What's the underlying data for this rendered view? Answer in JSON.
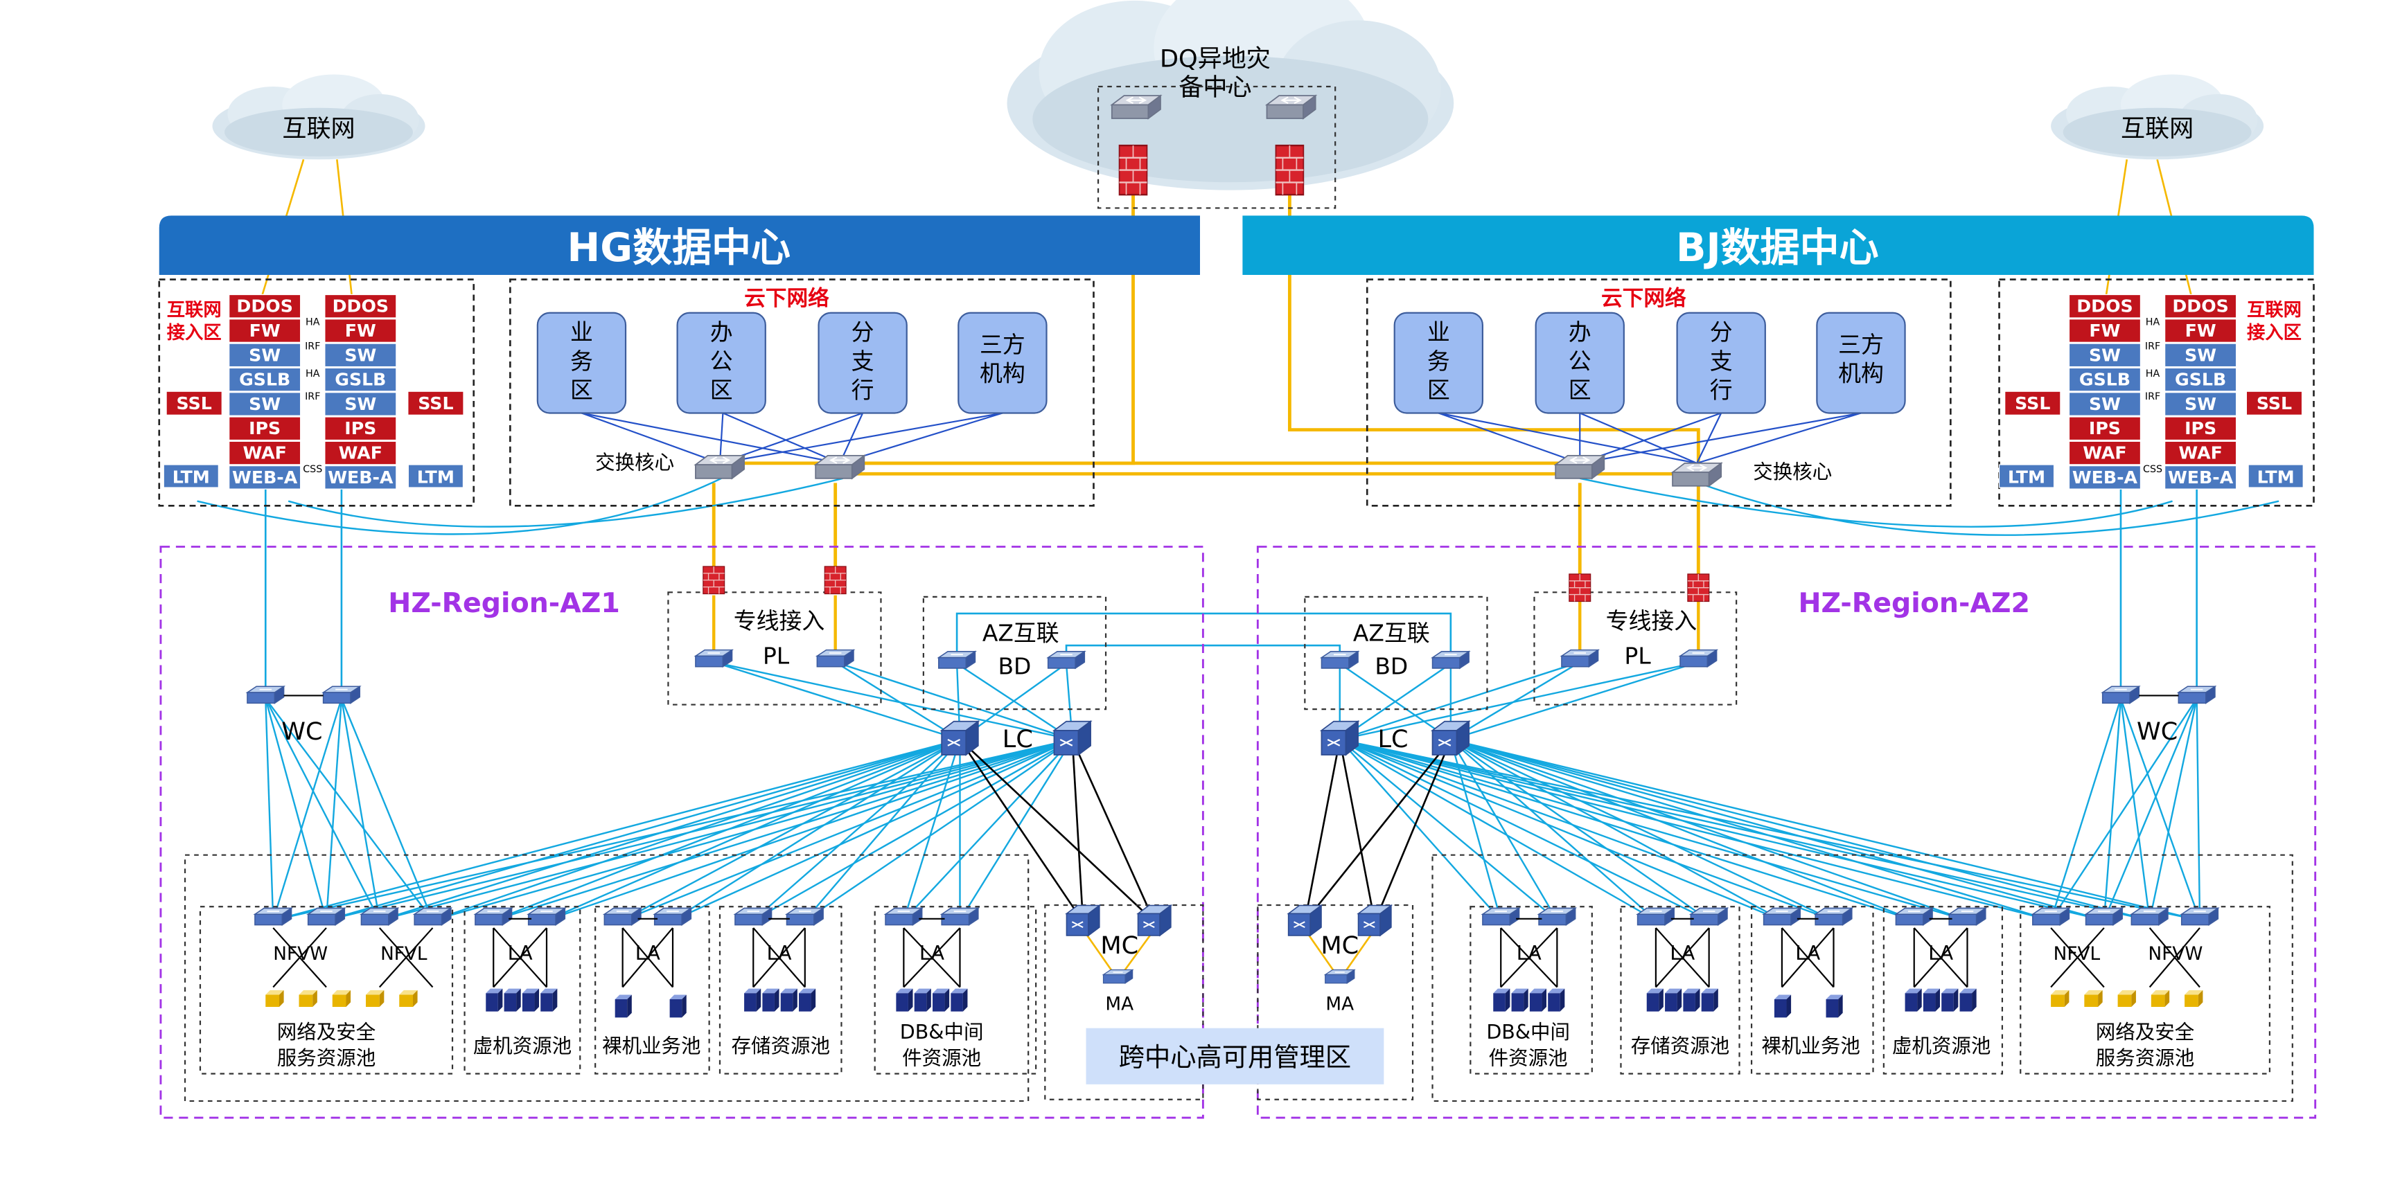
{
  "dq_center": {
    "label_line1": "DQ异地灾",
    "label_line2": "备中心"
  },
  "clouds": {
    "left": "互联网",
    "right": "互联网"
  },
  "dc_banners": {
    "hg": "HG数据中心",
    "bj": "BJ数据中心"
  },
  "internet_access": {
    "zone_label_line1": "互联网",
    "zone_label_line2": "接入区",
    "devices": [
      "DDOS",
      "FW",
      "SW",
      "GSLB",
      "SW",
      "IPS",
      "WAF",
      "WEB-A"
    ],
    "ssl": "SSL",
    "ltm": "LTM",
    "links": [
      "HA",
      "IRF",
      "HA",
      "IRF",
      "CSS"
    ]
  },
  "offline_network": {
    "title": "云下网络",
    "core_label": "交换核心",
    "zones": [
      "业务区",
      "办公区",
      "分支行",
      "三方机构"
    ]
  },
  "regions": {
    "az1": "HZ-Region-AZ1",
    "az2": "HZ-Region-AZ2"
  },
  "dedicated_line": {
    "line1": "专线接入",
    "line2": "PL"
  },
  "az_interconnect": {
    "line1": "AZ互联",
    "line2": "BD"
  },
  "lc_label": "LC",
  "wc_label": "WC",
  "mc_label": "MC",
  "ma_label": "MA",
  "pools_az1": [
    {
      "line1": "网络及安全",
      "line2": "服务资源池"
    },
    {
      "line1": "虚机资源池",
      "line2": ""
    },
    {
      "line1": "裸机业务池",
      "line2": ""
    },
    {
      "line1": "存储资源池",
      "line2": ""
    },
    {
      "line1": "DB&中间",
      "line2": "件资源池"
    }
  ],
  "pools_az2": [
    {
      "line1": "DB&中间",
      "line2": "件资源池"
    },
    {
      "line1": "存储资源池",
      "line2": ""
    },
    {
      "line1": "裸机业务池",
      "line2": ""
    },
    {
      "line1": "虚机资源池",
      "line2": ""
    },
    {
      "line1": "网络及安全",
      "line2": "服务资源池"
    }
  ],
  "la_label": "LA",
  "nfvl": "NFVL",
  "nfvw": "NFVW",
  "mgmt_zone": "跨中心高可用管理区",
  "colors": {
    "banner_dark": "#1e6fc2",
    "banner_light": "#0aa4d7",
    "device_red": "#c0141c",
    "device_blue": "#4a79c0",
    "zone_fill": "#9cbbf2",
    "link_yellow": "#f5b800",
    "link_cyan": "#13a8e0",
    "purple": "#a233e6",
    "red_text": "#e60012",
    "mgmt_fill": "#cfe0fa"
  }
}
